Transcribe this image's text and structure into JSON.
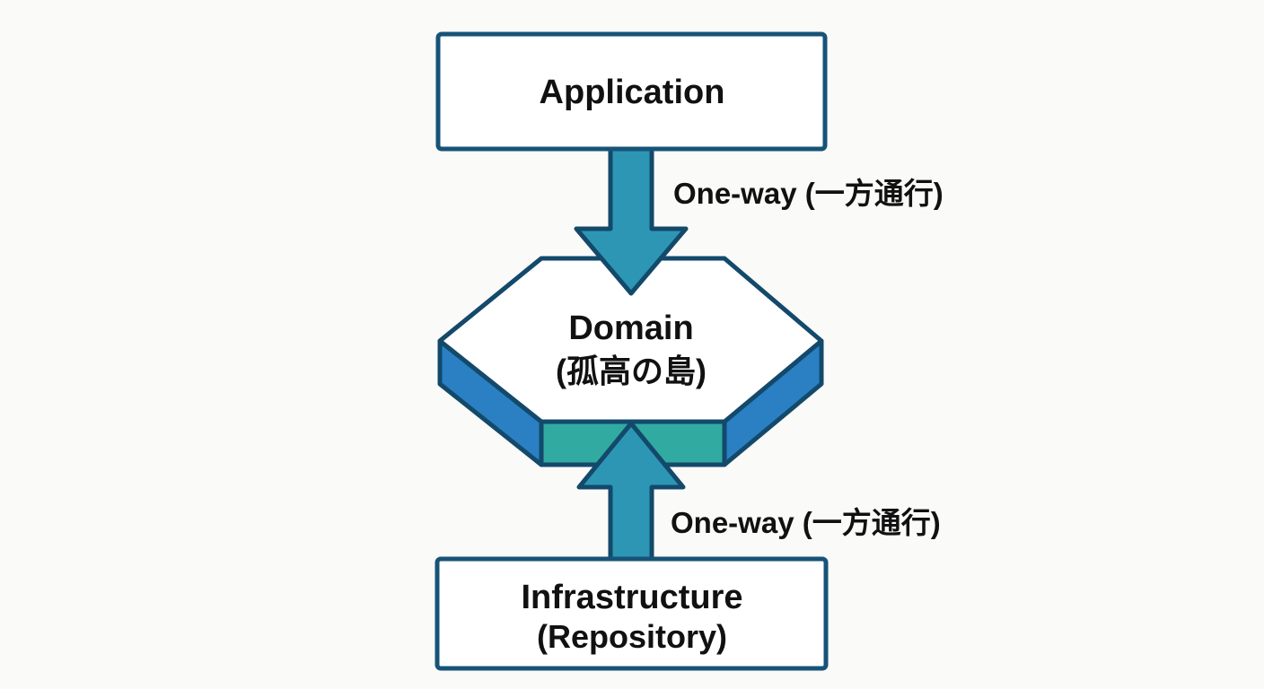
{
  "diagram": {
    "type": "architecture-layer-diagram",
    "nodes": {
      "application": {
        "label": "Application",
        "shape": "rectangle"
      },
      "domain": {
        "label": "Domain",
        "sublabel": "(孤高の島)",
        "shape": "hexagon-3d"
      },
      "infrastructure": {
        "label": "Infrastructure",
        "sublabel": "(Repository)",
        "shape": "rectangle"
      }
    },
    "edges": {
      "application_to_domain": {
        "label": "One-way (一方通行)",
        "direction": "down",
        "from": "Application",
        "to": "Domain"
      },
      "infrastructure_to_domain": {
        "label": "One-way (一方通行)",
        "direction": "up",
        "from": "Infrastructure",
        "to": "Domain"
      }
    },
    "colors": {
      "outline": "#13496b",
      "box_border": "#175378",
      "arrow_fill": "#2d96b4",
      "hex_side_fill": "#2a80c2",
      "hex_front_fill": "#31aba2",
      "node_fill": "#ffffff",
      "background": "#fafaf8",
      "text": "#111111"
    }
  }
}
